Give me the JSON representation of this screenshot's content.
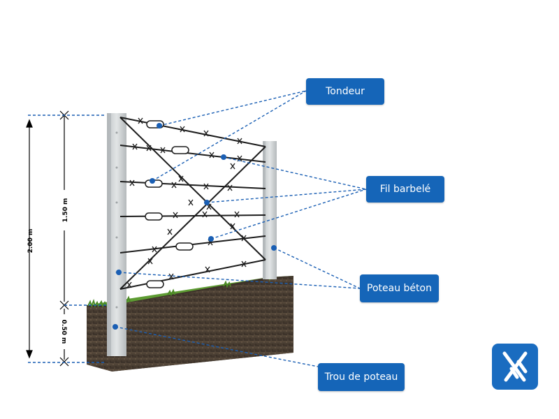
{
  "labels": {
    "tendeur": "Tondeur",
    "fil_barbele": "Fil barbelé",
    "poteau_beton": "Poteau béton",
    "trou_de_poteau": "Trou de poteau"
  },
  "dimensions": {
    "total": "2.00 m",
    "above_ground": "1.50 m",
    "buried": "0.50 m"
  },
  "colors": {
    "label_bg": "#1565b8",
    "leader": "#1a5fb4",
    "post": "#d4d8da",
    "soil": "#4a3f34",
    "grass": "#5a9a2e",
    "logo_bg": "#1a6cc0"
  },
  "logo": {
    "icon": "brand-logo-icon"
  }
}
